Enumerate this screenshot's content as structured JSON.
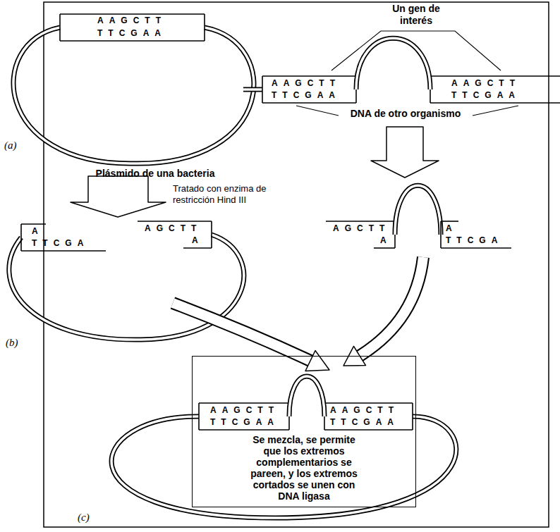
{
  "diagram": {
    "nodes": [
      {
        "text": [
          "Se mezcla, se permite que los extremos complementarios se pareen, y los extremos cortados se unen con DNA ligasa"
        ]
      }
    ],
    "labels": [
      "(a)",
      "Plásmido de una bacteria",
      "Un gen de interés",
      "DNA de otro organismo",
      "Tratado con enzima de restricción Hind III",
      "(b)",
      "(c)",
      "AAGCTT",
      "TTCGAA",
      "AAGCTT",
      "TTCGAA",
      "AAGCTT",
      "TTCGAA",
      "A",
      "TTCGA",
      "AGCTT",
      "A",
      "AGCTT",
      "A",
      "A",
      "TTCGA",
      "AAGCTT",
      "TTCGAA",
      "AAGCTT",
      "TTCGAA"
    ]
  }
}
